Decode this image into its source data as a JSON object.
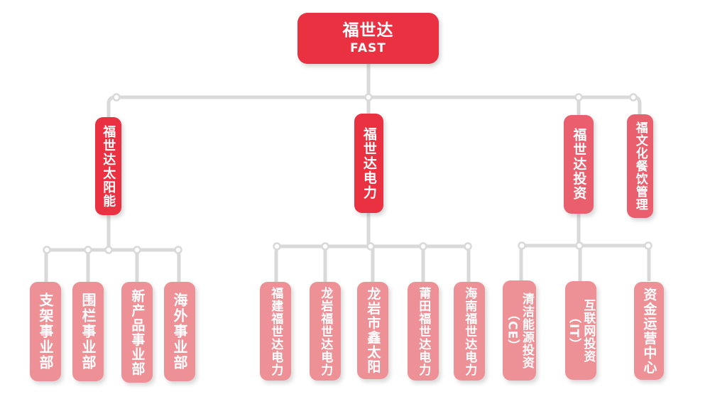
{
  "root": {
    "title": "福世达",
    "subtitle": "FAST"
  },
  "branches": [
    {
      "label": "福世达太阳能",
      "children": [
        {
          "label": "支架事业部"
        },
        {
          "label": "围栏事业部"
        },
        {
          "label": "新产品事业部"
        },
        {
          "label": "海外事业部"
        }
      ]
    },
    {
      "label": "福世达电力",
      "children": [
        {
          "label": "福建福世达电力"
        },
        {
          "label": "龙岩福世达电力"
        },
        {
          "label": "龙岩市鑫太阳"
        },
        {
          "label": "莆田福世达电力"
        },
        {
          "label": "海南福世达电力"
        }
      ]
    },
    {
      "label": "福世达投资",
      "children": [
        {
          "label": "清洁能源投资",
          "sublabel": "（CE）"
        },
        {
          "label": "互联网投资",
          "sublabel": "（IT）"
        },
        {
          "label": "资金运营中心"
        }
      ]
    },
    {
      "label": "福文化餐饮管理",
      "children": []
    }
  ],
  "colors": {
    "primary": "#e93142",
    "secondary": "#ea5f6d",
    "tertiary": "#ee9197",
    "connector": "#d9d9d9"
  }
}
